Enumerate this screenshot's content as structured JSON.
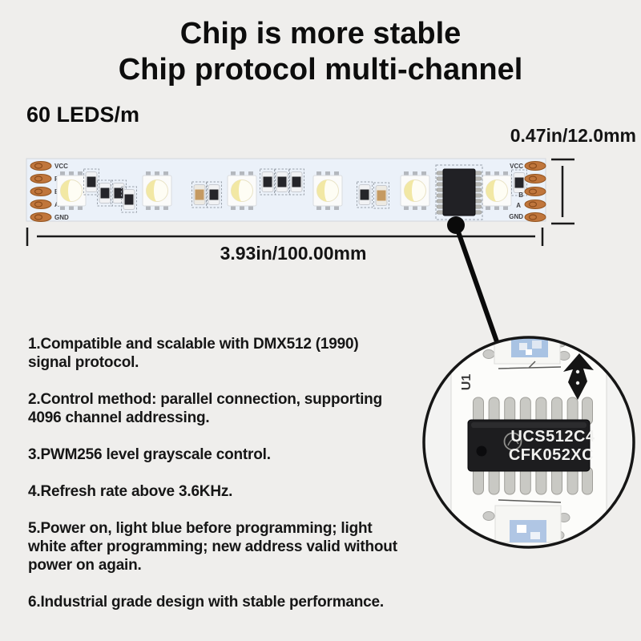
{
  "header": {
    "title_line1": "Chip is more stable",
    "title_line2": "Chip protocol multi-channel"
  },
  "strip": {
    "density_label": "60 LEDS/m",
    "height_dimension": "0.47in/12.0mm",
    "length_dimension": "3.93in/100.00mm",
    "left_pad_labels": [
      "VCC",
      "PI",
      "B",
      "A",
      "GND"
    ],
    "right_pad_labels": [
      "VCC",
      "B",
      "A",
      "GND"
    ]
  },
  "magnifier": {
    "component_ref": "U1",
    "chip_marking_line1": "UCS512C4",
    "chip_marking_line2": "CFK052XC"
  },
  "features": [
    {
      "lines": [
        "1.Compatible and scalable with DMX512 (1990)",
        "signal protocol."
      ]
    },
    {
      "lines": [
        "2.Control method: parallel connection, supporting",
        "4096 channel addressing."
      ]
    },
    {
      "lines": [
        "3.PWM256 level grayscale control."
      ]
    },
    {
      "lines": [
        "4.Refresh rate above 3.6KHz."
      ]
    },
    {
      "lines": [
        "5.Power on, light blue before programming; light",
        "white after programming; new address valid without",
        "power on again."
      ]
    },
    {
      "lines": [
        "6.Industrial grade design with stable performance."
      ]
    }
  ],
  "colors": {
    "background": "#efeeec",
    "ink": "#111111",
    "pcb_tint": "#ebf1f9",
    "copper_pad": "#c0763c",
    "led_yellow": "#f2e8a4",
    "led_blue": "#a9c3e3",
    "chip_black": "#1d1d1f"
  }
}
